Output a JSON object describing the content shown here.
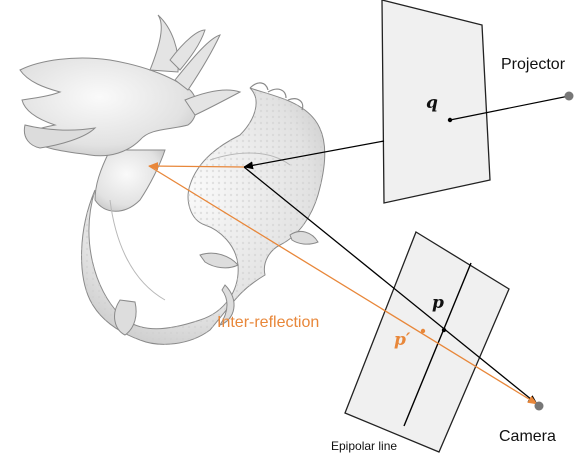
{
  "labels": {
    "projector": "Projector",
    "camera": "Camera",
    "inter_reflection": "Inter-reflection",
    "epipolar_line": "Epipolar line",
    "q": "q",
    "p": "p",
    "p_prime": "p′"
  },
  "icons": {
    "object": "dragon-statue-icon"
  },
  "colors": {
    "direct_ray": "#000000",
    "inter_reflection": "#e8873a",
    "plane_fill": "#f0f0f0",
    "plane_stroke": "#222222",
    "center_point": "#777777",
    "dragon_fill": "#e6e6e6",
    "dragon_stroke": "#8a8a8a"
  }
}
